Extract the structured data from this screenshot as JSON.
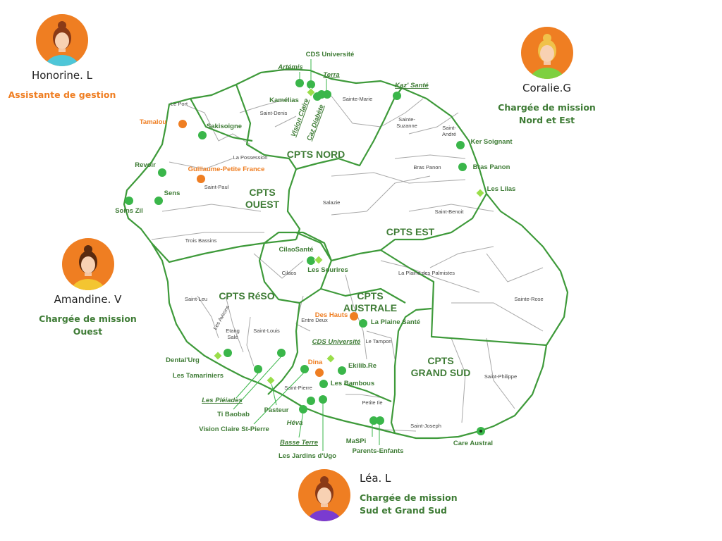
{
  "colors": {
    "green": "#3ab64a",
    "dark_green": "#3f7c36",
    "orange": "#ef7e22",
    "light_green": "#9ade4a",
    "border": "#3e9a3a",
    "purple": "#8a3d9a"
  },
  "persons": [
    {
      "id": "honorine",
      "name": "Honorine. L",
      "role_lines": [
        "Assistante de gestion"
      ],
      "role_color": "#ef7e22",
      "shirt": "#4ec6d8",
      "hair": "#8a3a17"
    },
    {
      "id": "coralie",
      "name": "Coralie.G",
      "role_lines": [
        "Chargée de mission",
        "Nord et Est"
      ],
      "role_color": "#3f7c36",
      "shirt": "#7ed040",
      "hair": "#f0c24a"
    },
    {
      "id": "amandine",
      "name": "Amandine. V",
      "role_lines": [
        "Chargée de mission",
        "Ouest"
      ],
      "role_color": "#3f7c36",
      "shirt": "#f3c531",
      "hair": "#5a2a0f"
    },
    {
      "id": "lea",
      "name": "Léa. L",
      "role_lines": [
        "Chargée de mission",
        "Sud et Grand Sud"
      ],
      "role_color": "#3f7c36",
      "shirt": "#7a3bd0",
      "hair": "#8a3a17"
    }
  ],
  "regions": [
    {
      "id": "nord",
      "lines": [
        "CPTS NORD"
      ]
    },
    {
      "id": "ouest",
      "lines": [
        "CPTS",
        "OUEST"
      ]
    },
    {
      "id": "est",
      "lines": [
        "CPTS EST"
      ]
    },
    {
      "id": "reso",
      "lines": [
        "CPTS RéSO"
      ]
    },
    {
      "id": "australe",
      "lines": [
        "CPTS",
        "AUSTRALE"
      ]
    },
    {
      "id": "grandsud",
      "lines": [
        "CPTS",
        "GRAND SUD"
      ]
    }
  ],
  "communes": [
    "Le Port",
    "Saint-Denis",
    "Sainte-Marie",
    "Sainte-Suzanne",
    "Saint-André",
    "La Possession",
    "Bras Panon",
    "Saint-Paul",
    "Salazie",
    "Saint-Benoit",
    "Trois Bassins",
    "Cilaos",
    "La Plaine des Palmistes",
    "Saint-Leu",
    "Les Avirons",
    "Etang Salé",
    "Saint-Louis",
    "Entre Deux",
    "Le Tampon",
    "Sainte-Rose",
    "Saint-Philippe",
    "Saint-Pierre",
    "Petite Ile",
    "Saint-Joseph"
  ],
  "markers": [
    {
      "id": "cds-universite-n",
      "label": "CDS Université",
      "shape": "circle",
      "color": "green",
      "style": "normal"
    },
    {
      "id": "artemis",
      "label": "Artémis",
      "shape": "circle",
      "color": "green",
      "style": "italic-underline"
    },
    {
      "id": "terra",
      "label": "Terra",
      "shape": "circle",
      "color": "green",
      "style": "italic-underline"
    },
    {
      "id": "kamelias",
      "label": "Kamélias",
      "shape": "circle",
      "color": "green",
      "style": "normal"
    },
    {
      "id": "vision-claire",
      "label": "Vision Claire",
      "shape": "diamond",
      "color": "light_green",
      "style": "italic-underline"
    },
    {
      "id": "caz-diabete",
      "label": "Caz Diabète",
      "shape": "circle",
      "color": "green",
      "style": "italic-underline"
    },
    {
      "id": "kaz-sante",
      "label": "Kaz' Santé",
      "shape": "circle",
      "color": "green",
      "style": "italic-underline"
    },
    {
      "id": "tamalou",
      "label": "Tamalou",
      "shape": "circle",
      "color": "orange",
      "style": "normal"
    },
    {
      "id": "sakisoigne",
      "label": "Sakisoigne",
      "shape": "circle",
      "color": "green",
      "style": "normal"
    },
    {
      "id": "ker-soignant",
      "label": "Ker Soignant",
      "shape": "circle",
      "color": "green",
      "style": "normal"
    },
    {
      "id": "bras-panon-m",
      "label": "Bras Panon",
      "shape": "circle",
      "color": "green",
      "style": "normal"
    },
    {
      "id": "revoir",
      "label": "Revoir",
      "shape": "circle",
      "color": "green",
      "style": "normal"
    },
    {
      "id": "guillaume",
      "label": "Guillaume-Petite France",
      "shape": "circle",
      "color": "orange",
      "style": "normal"
    },
    {
      "id": "les-lilas",
      "label": "Les Lilas",
      "shape": "diamond",
      "color": "light_green",
      "style": "normal"
    },
    {
      "id": "sens",
      "label": "Sens",
      "shape": "circle",
      "color": "green",
      "style": "normal"
    },
    {
      "id": "soins-zil",
      "label": "Soins Zil",
      "shape": "circle",
      "color": "green",
      "style": "normal"
    },
    {
      "id": "cilaosante",
      "label": "CilaoSanté",
      "shape": "circle",
      "color": "green",
      "style": "normal"
    },
    {
      "id": "les-sourires",
      "label": "Les Sourires",
      "shape": "diamond",
      "color": "light_green",
      "style": "normal"
    },
    {
      "id": "des-hauts",
      "label": "Des Hauts",
      "shape": "circle",
      "color": "orange",
      "style": "normal"
    },
    {
      "id": "la-plaine-sante",
      "label": "La Plaine Santé",
      "shape": "circle",
      "color": "green",
      "style": "normal"
    },
    {
      "id": "cds-universite-s",
      "label": "CDS Université",
      "shape": "diamond",
      "color": "light_green",
      "style": "italic-underline"
    },
    {
      "id": "dentalurg",
      "label": "Dental'Urg",
      "shape": "diamond",
      "color": "light_green",
      "style": "normal"
    },
    {
      "id": "les-tamariniers",
      "label": "Les Tamariniers",
      "shape": "circle",
      "color": "green",
      "style": "normal"
    },
    {
      "id": "dina",
      "label": "Dina",
      "shape": "circle",
      "color": "orange",
      "style": "normal"
    },
    {
      "id": "ekilib-re",
      "label": "Ekilib.Re",
      "shape": "circle",
      "color": "green",
      "style": "normal"
    },
    {
      "id": "les-bambous",
      "label": "Les Bambous",
      "shape": "circle",
      "color": "green",
      "style": "normal"
    },
    {
      "id": "les-pleiades",
      "label": "Les Pléiades",
      "shape": "circle",
      "color": "green",
      "style": "italic-underline"
    },
    {
      "id": "ti-baobab",
      "label": "Ti Baobab",
      "shape": "circle",
      "color": "green",
      "style": "normal"
    },
    {
      "id": "pasteur",
      "label": "Pasteur",
      "shape": "diamond",
      "color": "light_green",
      "style": "normal"
    },
    {
      "id": "vision-claire-sp",
      "label": "Vision Claire St-Pierre",
      "shape": "circle",
      "color": "green",
      "style": "normal"
    },
    {
      "id": "heva",
      "label": "Héva",
      "shape": "circle",
      "color": "green",
      "style": "italic"
    },
    {
      "id": "basse-terre",
      "label": "Basse Terre",
      "shape": "circle",
      "color": "green",
      "style": "italic-underline"
    },
    {
      "id": "les-jardins",
      "label": "Les Jardins d'Ugo",
      "shape": "circle",
      "color": "green",
      "style": "normal"
    },
    {
      "id": "maspi",
      "label": "MaSPi",
      "shape": "circle",
      "color": "green",
      "style": "normal"
    },
    {
      "id": "parents-enfants",
      "label": "Parents-Enfants",
      "shape": "circle",
      "color": "green",
      "style": "normal"
    },
    {
      "id": "care-austral",
      "label": "Care Austral",
      "shape": "circle",
      "color": "green",
      "style": "dot"
    }
  ]
}
